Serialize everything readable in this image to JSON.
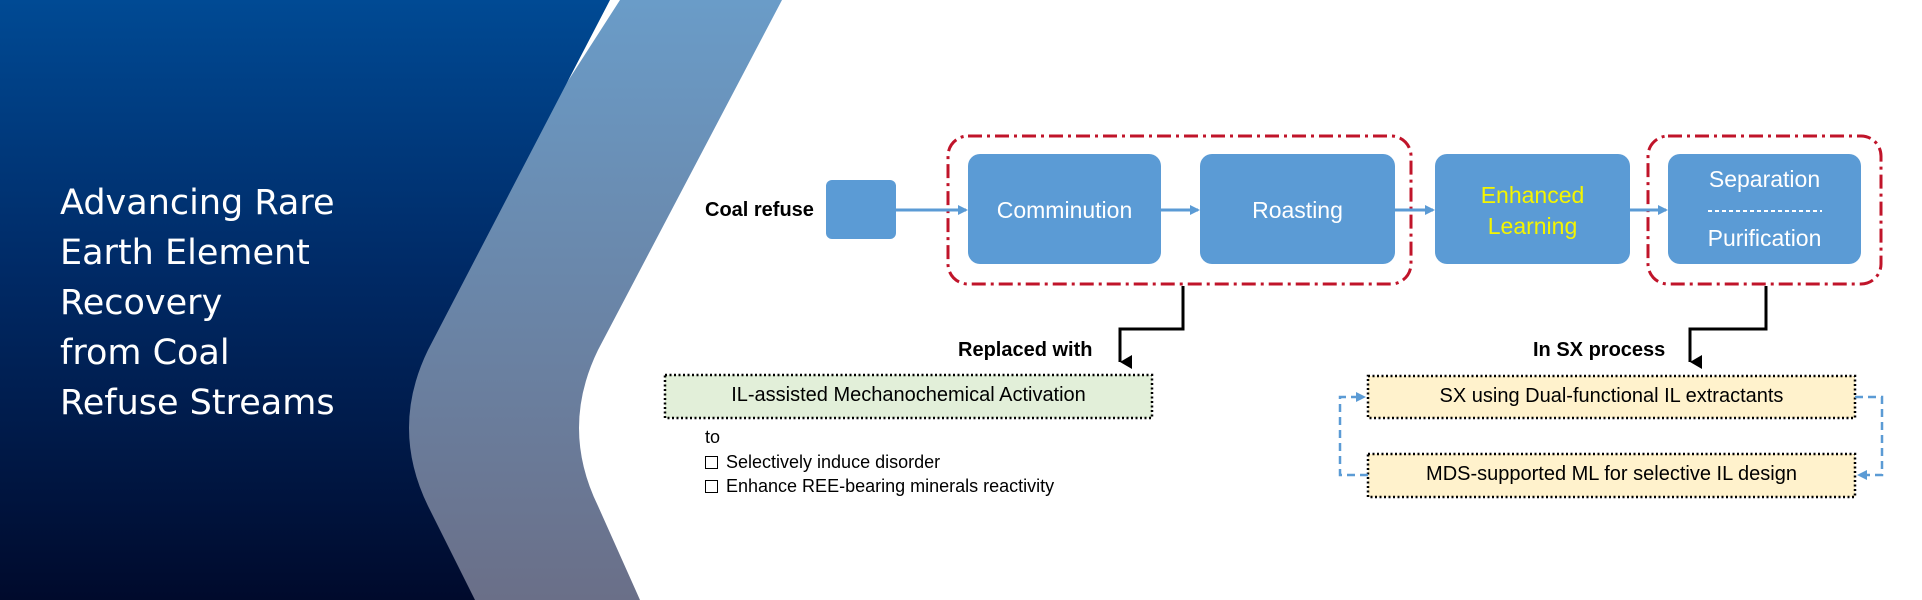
{
  "banner": {
    "title_lines": [
      "Advancing Rare",
      "Earth Element",
      "Recovery",
      "from Coal",
      "Refuse Streams"
    ]
  },
  "flow": {
    "input_label": "Coal refuse",
    "comminution": "Comminution",
    "roasting": "Roasting",
    "enhanced_lines": [
      "Enhanced",
      "Learning"
    ],
    "separation": "Separation",
    "purification": "Purification"
  },
  "left_branch": {
    "label": "Replaced with",
    "box": "IL-assisted Mechanochemical Activation",
    "to": "to",
    "items": [
      "Selectively induce disorder",
      "Enhance REE-bearing minerals reactivity"
    ]
  },
  "right_branch": {
    "label": "In SX process",
    "box1": "SX using Dual-functional IL extractants",
    "box2": "MDS-supported ML for selective IL design"
  },
  "colors": {
    "box_blue": "#5b9bd5",
    "dashed_red": "#c0142a",
    "highlight_yellow": "#f5f500",
    "green_fill": "#e2efd9",
    "yellow_fill": "#fff2cc",
    "navy": "#002a66"
  }
}
